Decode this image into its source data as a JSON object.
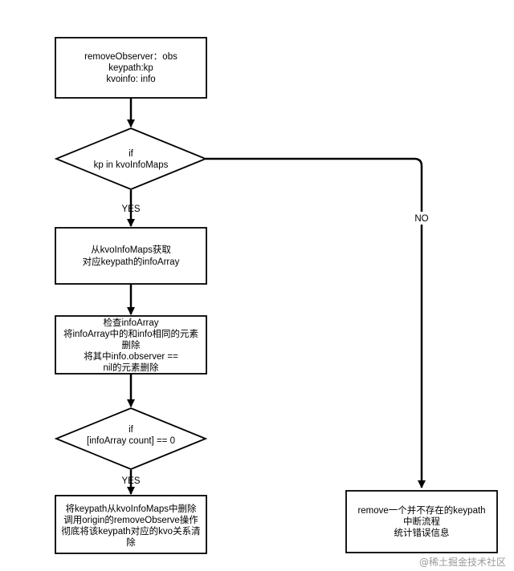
{
  "nodes": {
    "start": [
      "removeObserver：obs",
      "keypath:kp",
      "kvoinfo: info"
    ],
    "check_kp": [
      "if",
      "kp in kvoInfoMaps"
    ],
    "get_info_array": [
      "从kvoInfoMaps获取",
      "对应keypath的infoArray"
    ],
    "check_info_array": [
      "检查infoArray",
      "将infoArray中的和info相同的元素",
      "删除",
      "将其中info.observer ==",
      "nil的元素删除"
    ],
    "check_count": [
      "if",
      "[infoArray count] == 0"
    ],
    "remove_keypath": [
      "将keypath从kvoInfoMaps中删除",
      "调用origin的removeObserve操作",
      "彻底将该keypath对应的kvo关系清",
      "除"
    ],
    "error": [
      "remove一个并不存在的keypath",
      "中断流程",
      "统计错误信息"
    ]
  },
  "edges": {
    "yes_1": "YES",
    "no": "NO",
    "yes_2": "YES"
  },
  "watermark": "@稀土掘金技术社区"
}
